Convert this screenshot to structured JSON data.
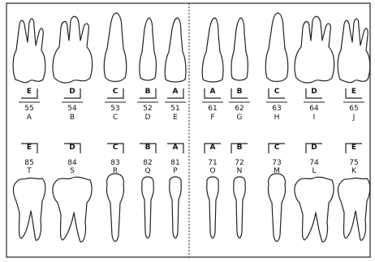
{
  "upper_teeth": [
    {
      "palmer": "E",
      "fdi": "55",
      "letter": "A",
      "side": "right"
    },
    {
      "palmer": "D",
      "fdi": "54",
      "letter": "B",
      "side": "right"
    },
    {
      "palmer": "C",
      "fdi": "53",
      "letter": "C",
      "side": "right"
    },
    {
      "palmer": "B",
      "fdi": "52",
      "letter": "D",
      "side": "right"
    },
    {
      "palmer": "A",
      "fdi": "51",
      "letter": "E",
      "side": "right"
    },
    {
      "palmer": "A",
      "fdi": "61",
      "letter": "F",
      "side": "left"
    },
    {
      "palmer": "B",
      "fdi": "62",
      "letter": "G",
      "side": "left"
    },
    {
      "palmer": "C",
      "fdi": "63",
      "letter": "H",
      "side": "left"
    },
    {
      "palmer": "D",
      "fdi": "64",
      "letter": "I",
      "side": "left"
    },
    {
      "palmer": "E",
      "fdi": "65",
      "letter": "J",
      "side": "left"
    }
  ],
  "lower_teeth": [
    {
      "palmer": "E",
      "fdi": "85",
      "letter": "T",
      "side": "right"
    },
    {
      "palmer": "D",
      "fdi": "84",
      "letter": "S",
      "side": "right"
    },
    {
      "palmer": "C",
      "fdi": "83",
      "letter": "R",
      "side": "right"
    },
    {
      "palmer": "B",
      "fdi": "82",
      "letter": "Q",
      "side": "right"
    },
    {
      "palmer": "A",
      "fdi": "81",
      "letter": "P",
      "side": "right"
    },
    {
      "palmer": "A",
      "fdi": "71",
      "letter": "O",
      "side": "left"
    },
    {
      "palmer": "B",
      "fdi": "72",
      "letter": "N",
      "side": "left"
    },
    {
      "palmer": "C",
      "fdi": "73",
      "letter": "M",
      "side": "left"
    },
    {
      "palmer": "D",
      "fdi": "74",
      "letter": "L",
      "side": "left"
    },
    {
      "palmer": "E",
      "fdi": "75",
      "letter": "K",
      "side": "left"
    }
  ],
  "colors": {
    "line": "#222222",
    "background": "#ffffff"
  }
}
